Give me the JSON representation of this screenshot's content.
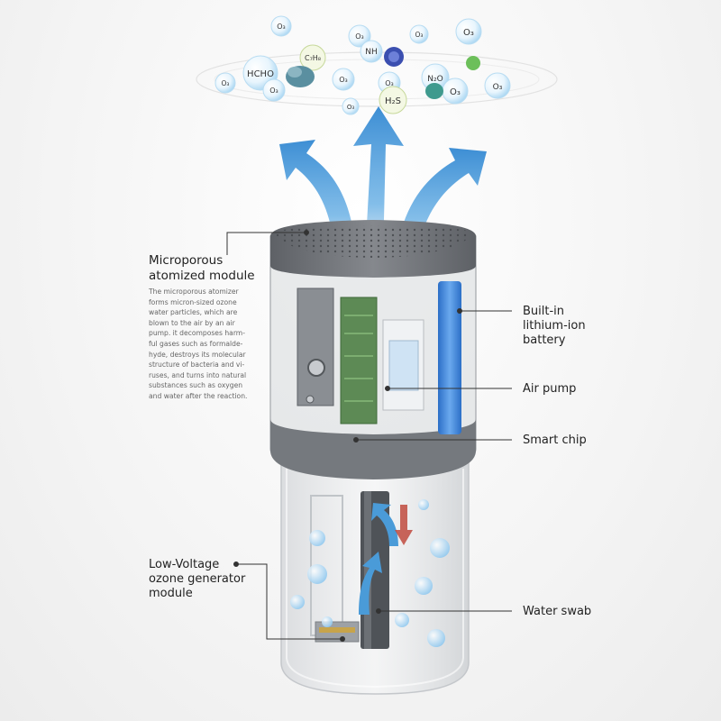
{
  "molecules": {
    "o3": "O₃",
    "nh3": "NH",
    "c7h8": "C₇H₈",
    "hcho": "HCHO",
    "n2o": "N₂O",
    "h2s": "H₂S"
  },
  "labels": {
    "microporous": {
      "title_lines": [
        "Microporous",
        "atomized module"
      ]
    },
    "description_lines": [
      "The microporous atomizer",
      "forms micron-sized ozone",
      "water particles, which are",
      "blown to the air by an air",
      "pump. it decomposes harm-",
      "ful gases such as formalde-",
      "hyde, destroys its molecular",
      "structure of bacteria and vi-",
      "ruses, and turns into natural",
      "substances such as oxygen",
      "and water after the reaction."
    ],
    "battery": {
      "lines": [
        "Built-in",
        "lithium-ion",
        "battery"
      ]
    },
    "air_pump": "Air pump",
    "smart_chip": "Smart chip",
    "ozone_generator": {
      "lines": [
        "Low-Voltage",
        "ozone generator",
        "module"
      ]
    },
    "water_swab": "Water swab"
  },
  "colors": {
    "arrow_blue": "#4a9bd8",
    "device_grey": "#6f7277",
    "bubble_blue": "#bfe2f7",
    "pump_arrow_red": "#c04a3e"
  }
}
